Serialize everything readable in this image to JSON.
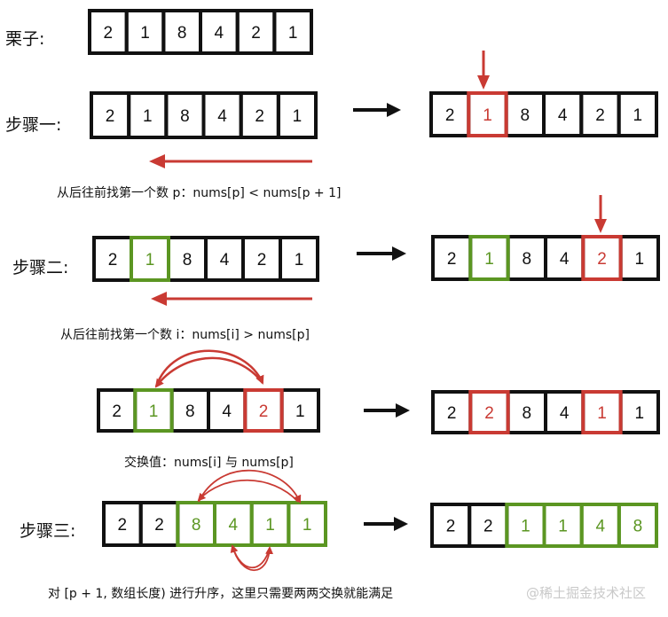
{
  "colors": {
    "black": "#111111",
    "red": "#c93a33",
    "green": "#5b9622"
  },
  "labels": {
    "example": "栗子:",
    "step1": "步骤一:",
    "step2": "步骤二:",
    "step3": "步骤三:"
  },
  "captions": {
    "step1": "从后往前找第一个数 p：nums[p] < nums[p + 1]",
    "step2": "从后往前找第一个数 i：nums[i] > nums[p]",
    "swap": "交换值：nums[i] 与 nums[p]",
    "step3": "对 [p + 1, 数组长度) 进行升序，这里只需要两两交换就能满足"
  },
  "watermark": "@稀土掘金技术社区",
  "arrays": [
    {
      "id": "example",
      "values": [
        "2",
        "1",
        "8",
        "4",
        "2",
        "1"
      ],
      "colors": [
        "black",
        "black",
        "black",
        "black",
        "black",
        "black"
      ]
    },
    {
      "id": "step1-before",
      "values": [
        "2",
        "1",
        "8",
        "4",
        "2",
        "1"
      ],
      "colors": [
        "black",
        "black",
        "black",
        "black",
        "black",
        "black"
      ]
    },
    {
      "id": "step1-after",
      "values": [
        "2",
        "1",
        "8",
        "4",
        "2",
        "1"
      ],
      "colors": [
        "black",
        "red",
        "black",
        "black",
        "black",
        "black"
      ]
    },
    {
      "id": "step2-before",
      "values": [
        "2",
        "1",
        "8",
        "4",
        "2",
        "1"
      ],
      "colors": [
        "black",
        "green",
        "black",
        "black",
        "black",
        "black"
      ]
    },
    {
      "id": "step2-after",
      "values": [
        "2",
        "1",
        "8",
        "4",
        "2",
        "1"
      ],
      "colors": [
        "black",
        "green",
        "black",
        "black",
        "red",
        "black"
      ]
    },
    {
      "id": "swap-before",
      "values": [
        "2",
        "1",
        "8",
        "4",
        "2",
        "1"
      ],
      "colors": [
        "black",
        "green",
        "black",
        "black",
        "red",
        "black"
      ]
    },
    {
      "id": "swap-after",
      "values": [
        "2",
        "2",
        "8",
        "4",
        "1",
        "1"
      ],
      "colors": [
        "black",
        "red",
        "black",
        "black",
        "red",
        "black"
      ]
    },
    {
      "id": "step3-before",
      "values": [
        "2",
        "2",
        "8",
        "4",
        "1",
        "1"
      ],
      "colors": [
        "black",
        "black",
        "green",
        "green",
        "green",
        "green"
      ]
    },
    {
      "id": "step3-after",
      "values": [
        "2",
        "2",
        "1",
        "1",
        "4",
        "8"
      ],
      "colors": [
        "black",
        "black",
        "green",
        "green",
        "green",
        "green"
      ]
    }
  ]
}
